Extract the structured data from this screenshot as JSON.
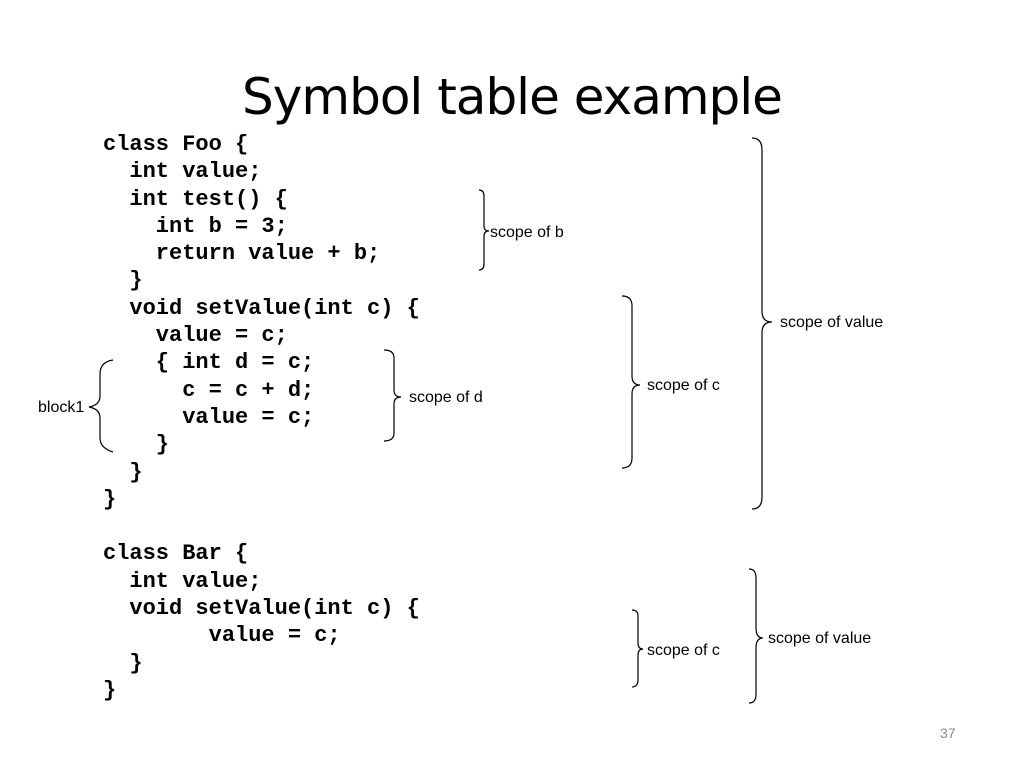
{
  "slide": {
    "title": "Symbol table example",
    "page_number": "37"
  },
  "code": {
    "lines": [
      "class Foo {",
      "  int value;",
      "  int test() {",
      "    int b = 3;",
      "    return value + b;",
      "  }",
      "  void setValue(int c) {",
      "    value = c;",
      "    { int d = c;",
      "      c = c + d;",
      "      value = c;",
      "    }",
      "  }",
      "}",
      "",
      "class Bar {",
      "  int value;",
      "  void setValue(int c) {",
      "        value = c;",
      "  }",
      "}"
    ]
  },
  "annotations": {
    "scope_of_b": "scope of b",
    "scope_of_d": "scope of d",
    "scope_of_c_foo": "scope of c",
    "scope_of_value_foo": "scope of value",
    "block1": "block1",
    "scope_of_c_bar": "scope of c",
    "scope_of_value_bar": "scope of value"
  },
  "colors": {
    "text": "#000000",
    "page_number": "#8a8a8a",
    "background": "#ffffff"
  }
}
